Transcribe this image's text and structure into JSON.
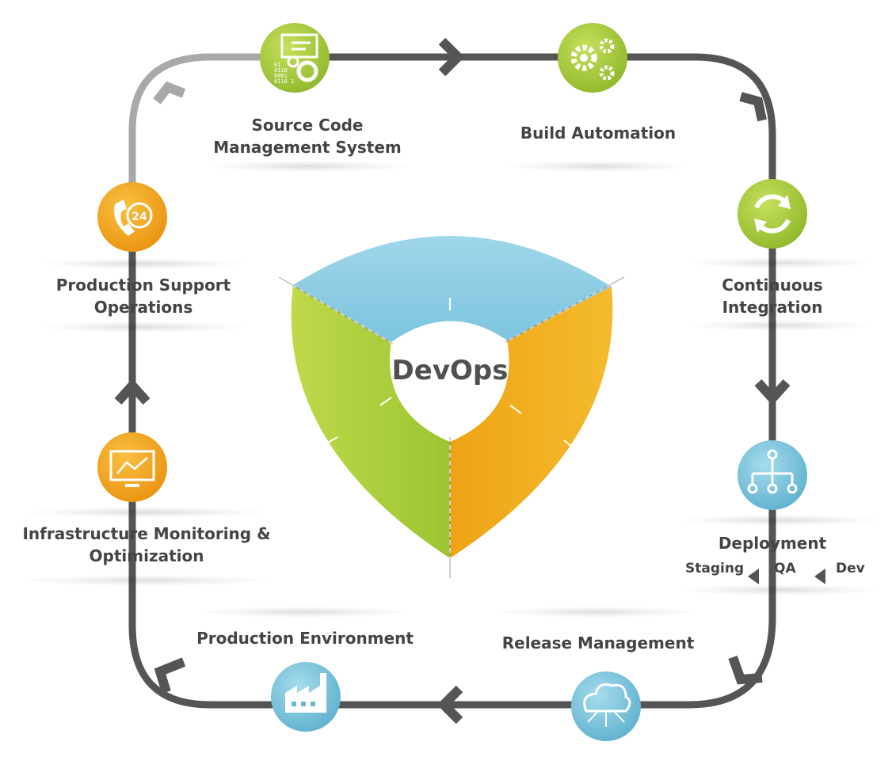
{
  "center": {
    "title": "DevOps"
  },
  "colors": {
    "green": "#a6c93a",
    "orange": "#f0a416",
    "blue": "#79c1da",
    "loop": "#555555",
    "loop_light": "#a8a8a8",
    "text": "#444444"
  },
  "stages": [
    {
      "key": "source-code",
      "line1": "Source Code",
      "line2": "Management System",
      "icon": "code-gears-icon",
      "color": "green"
    },
    {
      "key": "build-automation",
      "line1": "Build Automation",
      "line2": "",
      "icon": "gears-icon",
      "color": "green"
    },
    {
      "key": "continuous-integration",
      "line1": "Continuous",
      "line2": "Integration",
      "icon": "refresh-cycle-icon",
      "color": "green"
    },
    {
      "key": "deployment",
      "line1": "Deployment",
      "line2": "",
      "icon": "hierarchy-icon",
      "color": "blue"
    },
    {
      "key": "release-management",
      "line1": "Release Management",
      "line2": "",
      "icon": "cloud-network-icon",
      "color": "blue"
    },
    {
      "key": "production-environment",
      "line1": "Production Environment",
      "line2": "",
      "icon": "factory-icon",
      "color": "blue"
    },
    {
      "key": "infrastructure-monitoring",
      "line1": "Infrastructure Monitoring &",
      "line2": "Optimization",
      "icon": "monitor-chart-icon",
      "color": "orange"
    },
    {
      "key": "production-support",
      "line1": "Production Support",
      "line2": "Operations",
      "icon": "phone-24-icon",
      "color": "orange"
    }
  ],
  "deployment_stages": {
    "staging": "Staging",
    "qa": "QA",
    "dev": "Dev"
  },
  "icon_text": {
    "support_hours": "24",
    "binary": [
      "01",
      "0110",
      "0001",
      "0110 1"
    ]
  }
}
